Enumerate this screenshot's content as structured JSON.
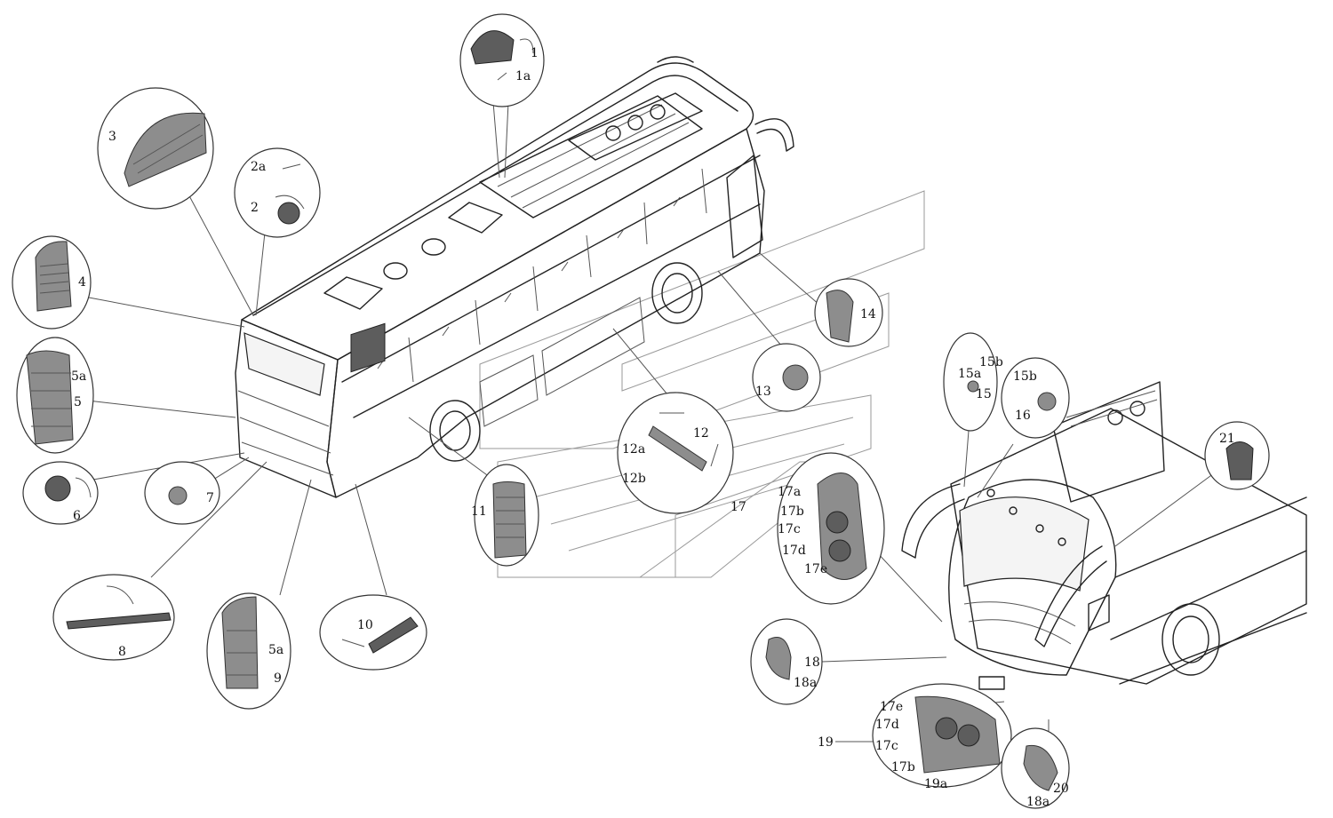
{
  "labels": {
    "l1": "1",
    "l1a": "1a",
    "l2": "2",
    "l2a": "2a",
    "l3": "3",
    "l4": "4",
    "l5": "5",
    "l5a": "5a",
    "l5a_b": "5a",
    "l6": "6",
    "l7": "7",
    "l8": "8",
    "l9": "9",
    "l10": "10",
    "l11": "11",
    "l12": "12",
    "l12a": "12a",
    "l12b": "12b",
    "l13": "13",
    "l14": "14",
    "l15": "15",
    "l15a": "15a",
    "l15b": "15b",
    "l15b_b": "15b",
    "l16": "16",
    "l17": "17",
    "l17a": "17a",
    "l17b": "17b",
    "l17c": "17c",
    "l17d": "17d",
    "l17e": "17e",
    "l17e_b": "17e",
    "l17d_b": "17d",
    "l17c_b": "17c",
    "l17b_b": "17b",
    "l18": "18",
    "l18a": "18a",
    "l18a_b": "18a",
    "l19": "19",
    "l19a": "19a",
    "l20": "20",
    "l21": "21"
  }
}
